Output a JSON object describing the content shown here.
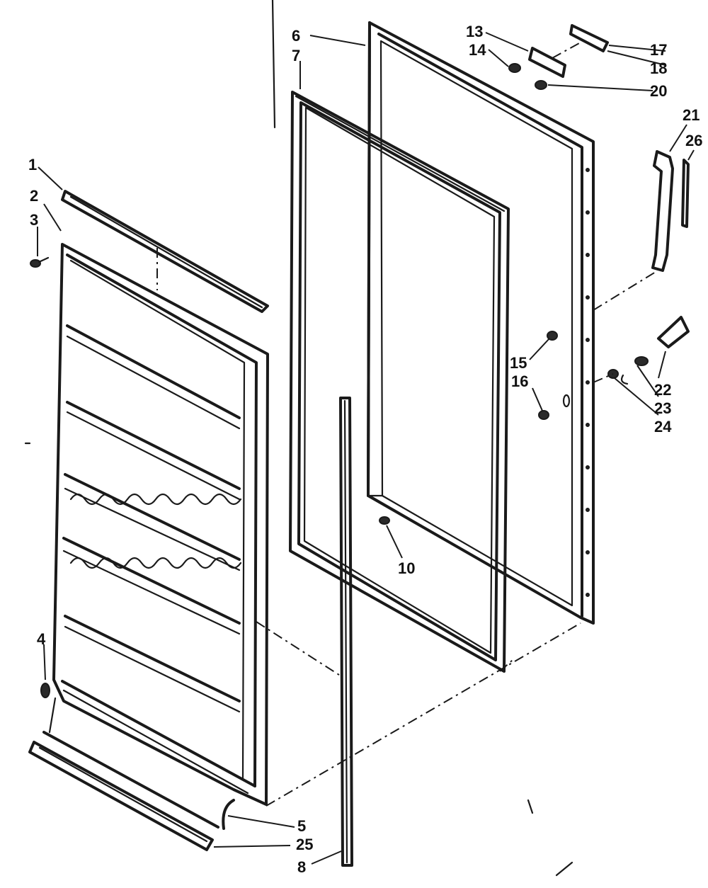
{
  "callouts": {
    "c1": "1",
    "c2": "2",
    "c3": "3",
    "c4": "4",
    "c5": "5",
    "c6": "6",
    "c7": "7",
    "c8": "8",
    "c10": "10",
    "c13": "13",
    "c14": "14",
    "c15": "15",
    "c16": "16",
    "c17": "17",
    "c18": "18",
    "c20": "20",
    "c21": "21",
    "c22": "22",
    "c23": "23",
    "c24": "24",
    "c25": "25",
    "c26": "26"
  }
}
